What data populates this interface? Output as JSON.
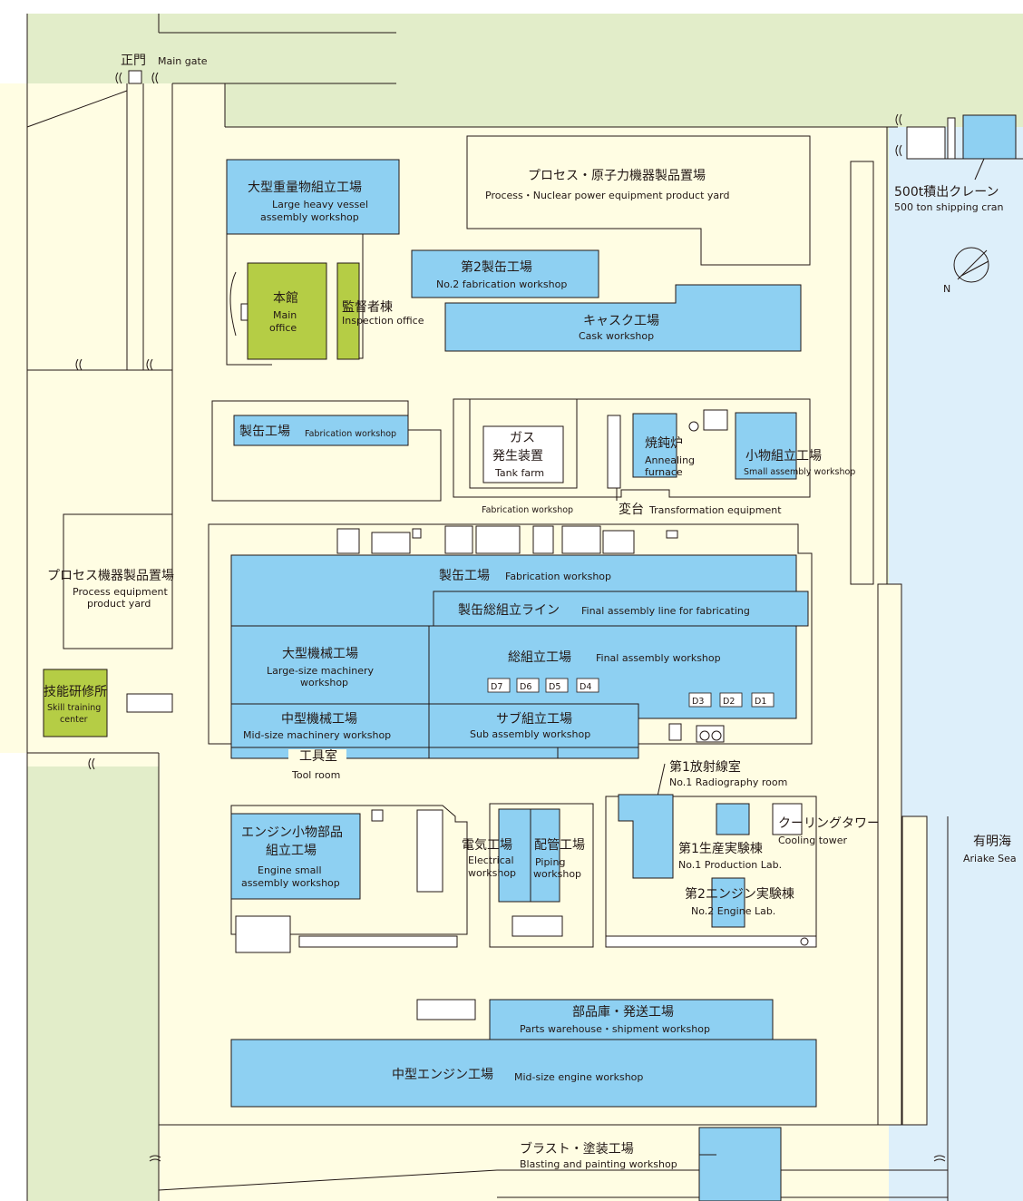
{
  "colors": {
    "grass": "#e2edc9",
    "ground": "#fffde3",
    "sea": "#ddeffa",
    "building": "#8ed0f2",
    "office": "#b5cd45",
    "line": "#231815"
  },
  "gate": {
    "jp": "正門",
    "en": "Main gate"
  },
  "crane": {
    "jp": "500t積出クレーン",
    "en": "500 ton shipping cran"
  },
  "compass": {
    "label": "N"
  },
  "sea": {
    "jp": "有明海",
    "en": "Ariake Sea"
  },
  "buildings": {
    "heavy_vessel": {
      "jp": "大型重量物組立工場",
      "en1": "Large heavy vessel",
      "en2": "assembly workshop"
    },
    "main_office": {
      "jp": "本館",
      "en1": "Main",
      "en2": "office"
    },
    "inspection": {
      "jp": "監督者棟",
      "en": "Inspection office"
    },
    "process_nuclear_yard": {
      "jp": "プロセス・原子力機器製品置場",
      "en": "Process・Nuclear power equipment product yard"
    },
    "fab2": {
      "jp": "第2製缶工場",
      "en": "No.2 fabrication workshop"
    },
    "cask": {
      "jp": "キャスク工場",
      "en": "Cask workshop"
    },
    "fab_small": {
      "jp": "製缶工場",
      "en": "Fabrication workshop"
    },
    "gas": {
      "jp1": "ガス",
      "jp2": "発生装置",
      "en": "Tank farm"
    },
    "annealing": {
      "jp": "焼鈍炉",
      "en1": "Annealing",
      "en2": "furnace"
    },
    "small_assembly": {
      "jp": "小物組立工場",
      "en": "Small assembly workshop"
    },
    "fab_label": {
      "en": "Fabrication workshop"
    },
    "transformer": {
      "jp": "変台",
      "en": "Transformation equipment"
    },
    "process_yard": {
      "jp": "プロセス機器製品置場",
      "en1": "Process equipment",
      "en2": "product yard"
    },
    "fab_main": {
      "jp": "製缶工場",
      "en": "Fabrication workshop"
    },
    "final_fab_line": {
      "jp": "製缶総組立ライン",
      "en": "Final assembly line for fabricating"
    },
    "large_machinery": {
      "jp": "大型機械工場",
      "en1": "Large-size machinery",
      "en2": "workshop"
    },
    "final_assembly": {
      "jp": "総組立工場",
      "en": "Final assembly workshop"
    },
    "docks": [
      "D7",
      "D6",
      "D5",
      "D4",
      "D3",
      "D2",
      "D1"
    ],
    "skill": {
      "jp": "技能研修所",
      "en1": "Skill training",
      "en2": "center"
    },
    "mid_machinery": {
      "jp": "中型機械工場",
      "en": "Mid-size machinery workshop"
    },
    "sub_assembly": {
      "jp": "サブ組立工場",
      "en": "Sub assembly workshop"
    },
    "tool_room": {
      "jp": "工具室",
      "en": "Tool room"
    },
    "radiography": {
      "jp": "第1放射線室",
      "en": "No.1 Radiography room"
    },
    "engine_small": {
      "jp1": "エンジン小物部品",
      "jp2": "組立工場",
      "en1": "Engine small",
      "en2": "assembly workshop"
    },
    "electrical": {
      "jp": "電気工場",
      "en1": "Electrical",
      "en2": "workshop"
    },
    "piping": {
      "jp": "配管工場",
      "en1": "Piping",
      "en2": "workshop"
    },
    "cooling": {
      "jp": "クーリングタワー",
      "en": "Cooling tower"
    },
    "production_lab": {
      "jp": "第1生産実験棟",
      "en": "No.1 Production Lab."
    },
    "engine_lab": {
      "jp": "第2エンジン実験棟",
      "en": "No.2 Engine Lab."
    },
    "parts_warehouse": {
      "jp": "部品庫・発送工場",
      "en": "Parts warehouse・shipment workshop"
    },
    "mid_engine": {
      "jp": "中型エンジン工場",
      "en": "Mid-size engine workshop"
    },
    "blasting": {
      "jp": "ブラスト・塗装工場",
      "en": "Blasting and painting workshop"
    }
  }
}
